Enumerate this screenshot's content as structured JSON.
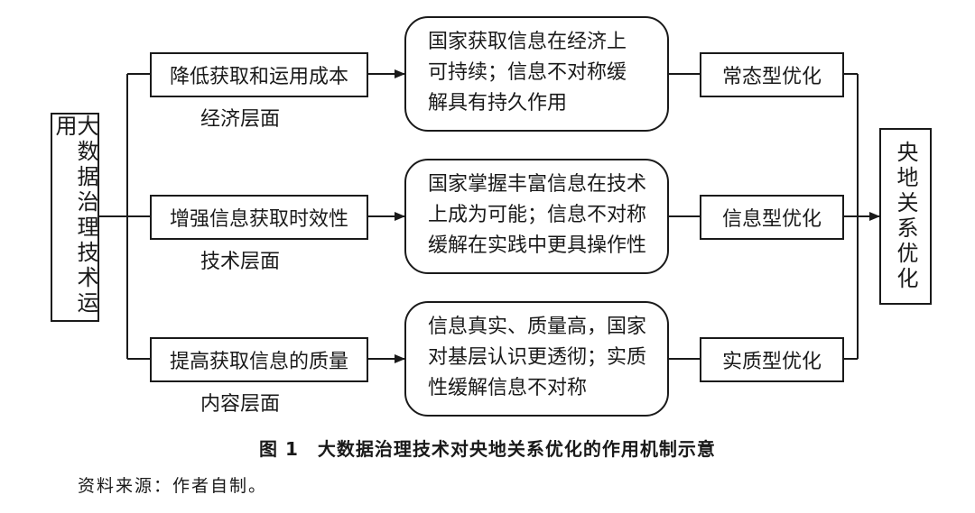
{
  "left_box": "大数据治理技术运用",
  "right_box": "央地关系优化",
  "rows": [
    {
      "measure": "降低获取和运用成本",
      "level": "经济层面",
      "effect": [
        "国家获取信息在经济上",
        "可持续；信息不对称缓",
        "解具有持久作用"
      ],
      "optimization": "常态型优化"
    },
    {
      "measure": "增强信息获取时效性",
      "level": "技术层面",
      "effect": [
        "国家掌握丰富信息在技术",
        "上成为可能；信息不对称",
        "缓解在实践中更具操作性"
      ],
      "optimization": "信息型优化"
    },
    {
      "measure": "提高获取信息的质量",
      "level": "内容层面",
      "effect": [
        "信息真实、质量高，国家",
        "对基层认识更透彻；实质",
        "性缓解信息不对称"
      ],
      "optimization": "实质型优化"
    }
  ],
  "caption": "图 1　大数据治理技术对央地关系优化的作用机制示意",
  "source": "资料来源：作者自制。"
}
